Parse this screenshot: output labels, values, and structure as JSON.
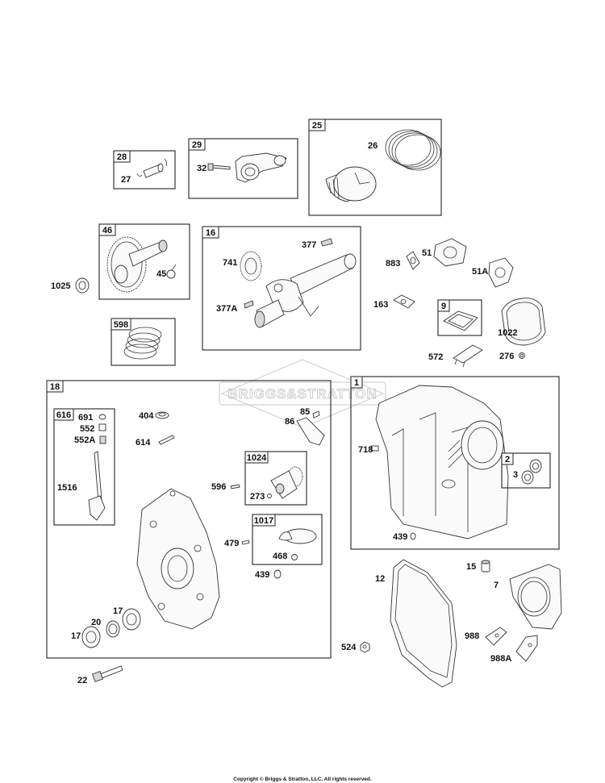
{
  "watermark": "BRIGGS&STRATTON",
  "copyright": "Copyright © Briggs & Stratton, LLC. All rights reserved.",
  "groups": {
    "g28": "28",
    "g29": "29",
    "g25": "25",
    "g46": "46",
    "g16": "16",
    "g598": "598",
    "g9": "9",
    "g18": "18",
    "g616": "616",
    "g1024": "1024",
    "g1017": "1017",
    "g1": "1",
    "g2": "2"
  },
  "parts": {
    "p27": "27",
    "p32": "32",
    "p26": "26",
    "p1025": "1025",
    "p45": "45",
    "p741": "741",
    "p377": "377",
    "p377A": "377A",
    "p883": "883",
    "p51": "51",
    "p51A": "51A",
    "p163": "163",
    "p1022": "1022",
    "p572": "572",
    "p276": "276",
    "p404": "404",
    "p691": "691",
    "p552": "552",
    "p552A": "552A",
    "p1516": "1516",
    "p614": "614",
    "p85": "85",
    "p86": "86",
    "p596": "596",
    "p273": "273",
    "p479": "479",
    "p468": "468",
    "p439a": "439",
    "p17a": "17",
    "p20": "20",
    "p17b": "17",
    "p22": "22",
    "p718": "718",
    "p3": "3",
    "p439b": "439",
    "p15": "15",
    "p12": "12",
    "p7": "7",
    "p524": "524",
    "p988": "988",
    "p988A": "988A"
  }
}
